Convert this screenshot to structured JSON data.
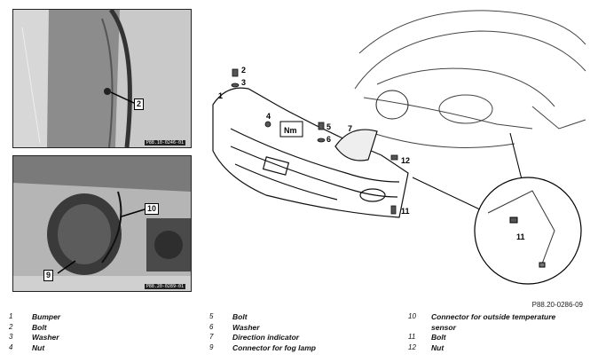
{
  "photos": {
    "top": {
      "code": "P88.10-0246-01",
      "callouts": [
        "2"
      ]
    },
    "bottom": {
      "code": "P88.20-0289-01",
      "callouts": [
        "10",
        "9"
      ]
    }
  },
  "diagram": {
    "code": "P88.20-0286-09",
    "labels": [
      "1",
      "2",
      "3",
      "4",
      "5",
      "6",
      "7",
      "11",
      "12"
    ],
    "detail_label": "11",
    "torque_label": "Nm"
  },
  "legend": [
    [
      {
        "num": "1",
        "text": "Bumper"
      },
      {
        "num": "2",
        "text": "Bolt"
      },
      {
        "num": "3",
        "text": "Washer"
      },
      {
        "num": "4",
        "text": "Nut"
      }
    ],
    [
      {
        "num": "5",
        "text": "Bolt"
      },
      {
        "num": "6",
        "text": "Washer"
      },
      {
        "num": "7",
        "text": "Direction indicator"
      },
      {
        "num": "9",
        "text": "Connector for fog lamp"
      }
    ],
    [
      {
        "num": "10",
        "text": "Connector for outside temperature"
      },
      {
        "num": "",
        "text": "sensor"
      },
      {
        "num": "11",
        "text": "Bolt"
      },
      {
        "num": "12",
        "text": "Nut"
      }
    ]
  ]
}
